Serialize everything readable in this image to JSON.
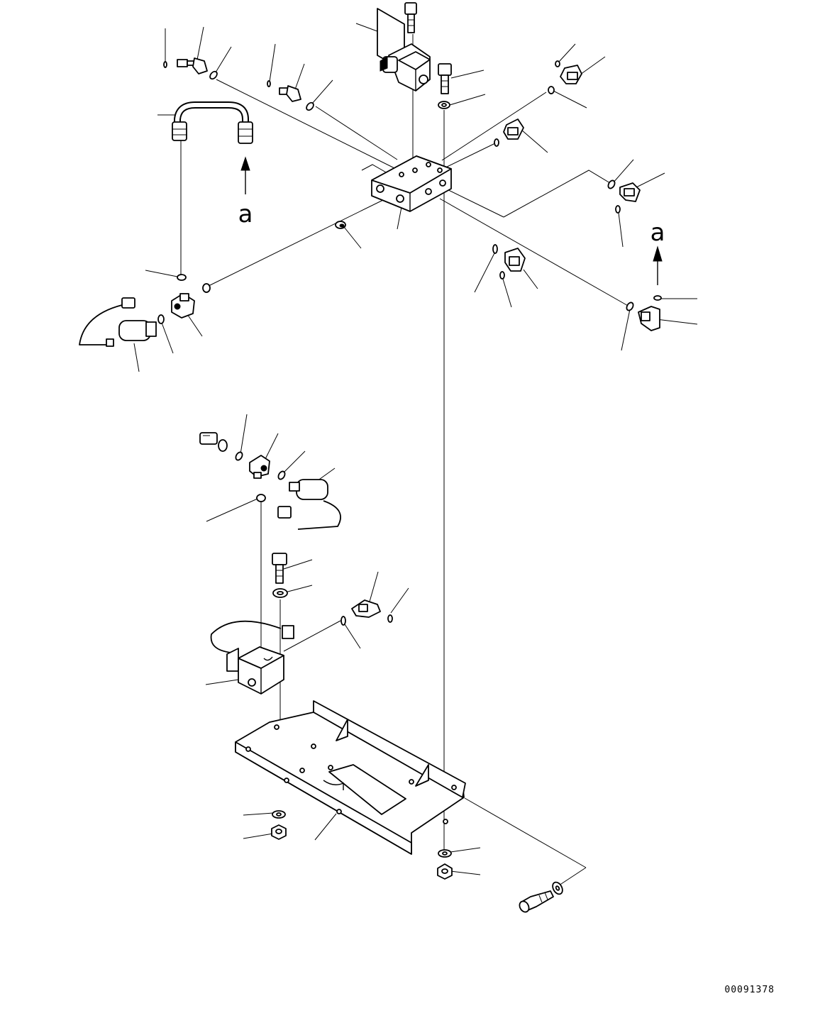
{
  "diagram": {
    "drawing_number": "00091378",
    "callout_top": "a",
    "callout_right": "a"
  }
}
